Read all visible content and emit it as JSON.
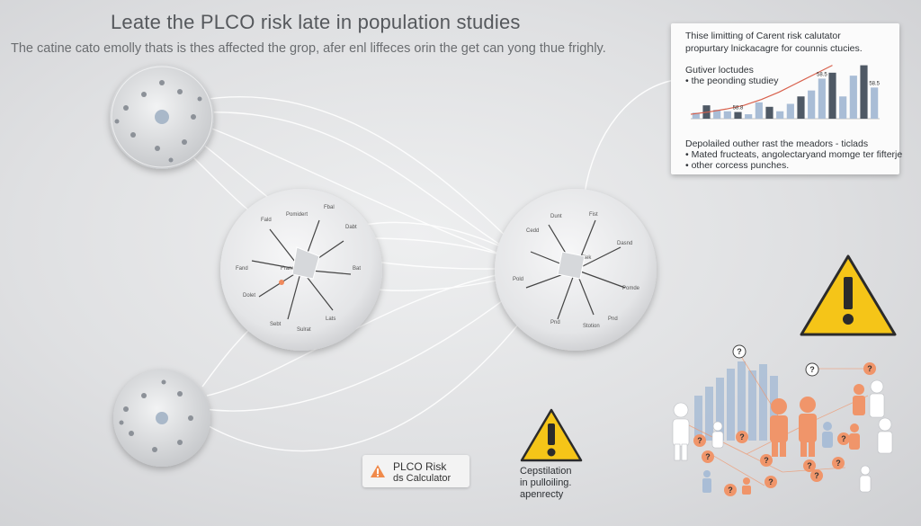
{
  "header": {
    "title": "Leate the  PLCO risk late in population studies",
    "subtitle": "The catine cato emolly thats is thes affected the grop, afer enl liffeces orin the get can yong thue frighly."
  },
  "info_panel": {
    "heading_line1": "Thise limitting of Carent risk calutator",
    "heading_line2": "propurtary lnickacagre for counnis ctucies.",
    "chart_title": "Gutiver loctudes",
    "chart_bullet": "• the peonding studiey",
    "footer_line1": "Depolailed outher rast the meadors - ticlads",
    "footer_line2": "• Mated fructeats, angolectaryand momge ter fifterje",
    "footer_line3": "• other corcess punches.",
    "bar_labels": [
      "58.8",
      "58.5",
      "58.5"
    ],
    "chart_data": {
      "type": "bar",
      "values": [
        8,
        18,
        12,
        10,
        9,
        6,
        22,
        16,
        10,
        20,
        30,
        38,
        54,
        62,
        30,
        58,
        72,
        42
      ],
      "trend": [
        6,
        9,
        13,
        18,
        26,
        36,
        48,
        60,
        72
      ]
    }
  },
  "badge": {
    "line1": "PLCO Risk",
    "line2": "ds Calculator"
  },
  "caption": {
    "line1": "Cepstilation",
    "line2": "in pulloiling.",
    "line3": "apenrecty"
  },
  "colors": {
    "warning": "#f5c518",
    "accent_orange": "#f0956a",
    "bar_blue": "#a9bdd6",
    "bar_dark": "#4f5965",
    "trend_red": "#d8604c"
  }
}
